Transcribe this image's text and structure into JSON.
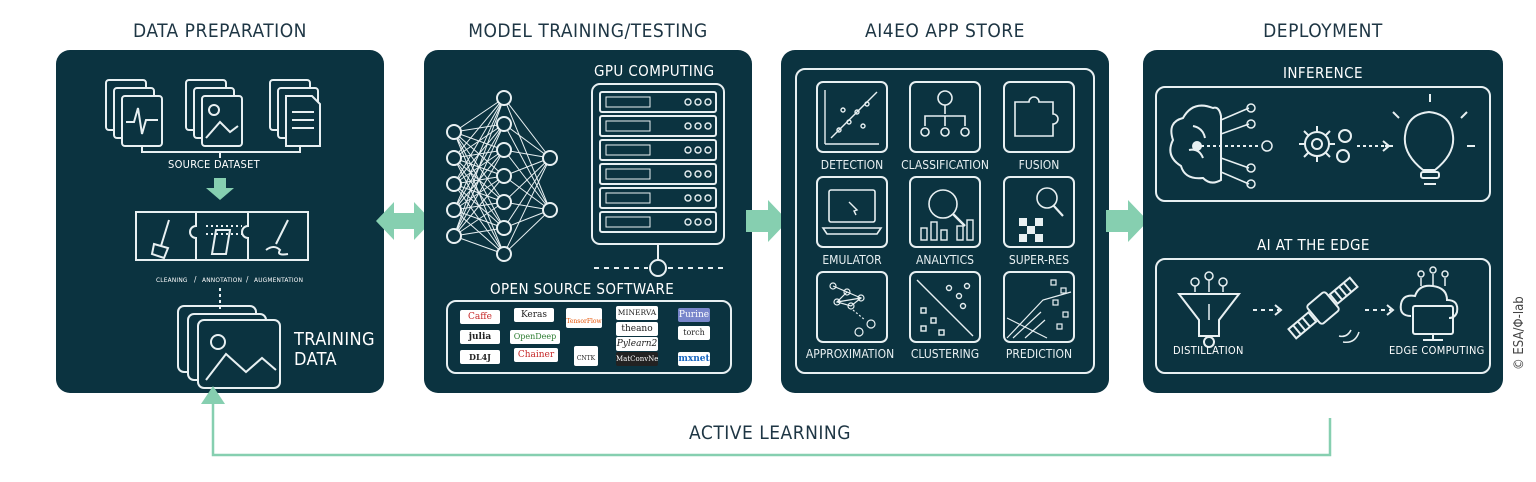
{
  "stages": [
    {
      "title": "DATA PREPARATION"
    },
    {
      "title": "MODEL TRAINING/TESTING"
    },
    {
      "title": "AI4EO APP STORE"
    },
    {
      "title": "DEPLOYMENT"
    }
  ],
  "prep": {
    "source_dataset": "SOURCE DATASET",
    "cleaning": "CLEANING",
    "sep1": "/",
    "annotation": "ANNOTATION",
    "sep2": "/",
    "augmentation": "AUGMENTATION",
    "training_data_1": "TRAINING",
    "training_data_2": "DATA"
  },
  "training": {
    "gpu": "GPU COMPUTING",
    "oss": "OPEN SOURCE SOFTWARE",
    "logos": [
      "Caffe",
      "Keras",
      "TensorFlow",
      "MINERVA",
      "Purine",
      "julia",
      "OpenDeep",
      "theano",
      "Pylearn2",
      "torch",
      "DL4J",
      "Chainer",
      "CNTK",
      "MatConvNet",
      "mxnet"
    ]
  },
  "appstore": {
    "apps": [
      "DETECTION",
      "CLASSIFICATION",
      "FUSION",
      "EMULATOR",
      "ANALYTICS",
      "SUPER-RES",
      "APPROXIMATION",
      "CLUSTERING",
      "PREDICTION"
    ]
  },
  "deployment": {
    "inference": "INFERENCE",
    "edge": "AI AT THE EDGE",
    "distillation": "DISTILLATION",
    "edge_computing": "EDGE COMPUTING"
  },
  "feedback": {
    "label": "ACTIVE LEARNING"
  },
  "credit": "© ESA/Φ-lab",
  "colors": {
    "panel": "#0b3340",
    "accent": "#86cfb0",
    "line": "#e8f0f2",
    "title": "#1e3644"
  }
}
